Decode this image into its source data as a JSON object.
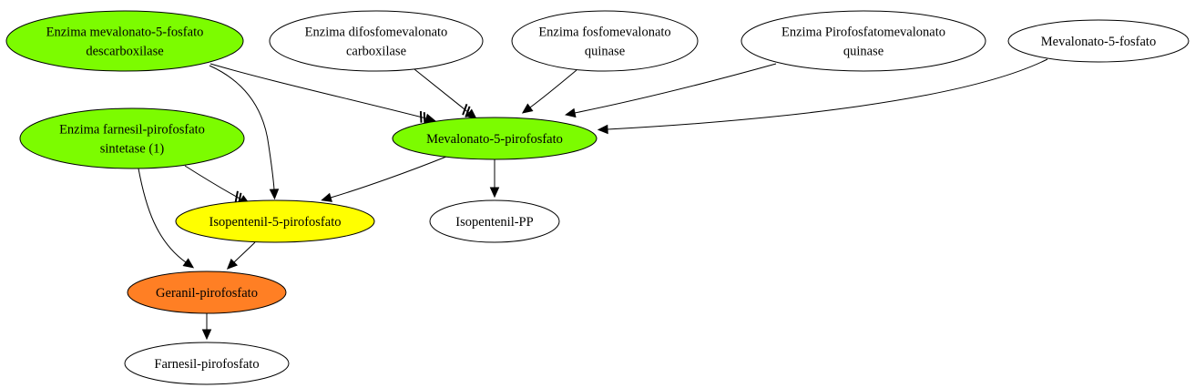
{
  "colors": {
    "green": "#7cfc00",
    "yellow": "#ffff00",
    "orange": "#ff7f24",
    "white": "#ffffff"
  },
  "nodes": {
    "enz_mev5f_desc": {
      "lines": [
        "Enzima mevalonato-5-fosfato",
        "descarboxilase"
      ],
      "fill": "green"
    },
    "enz_difosfo": {
      "lines": [
        "Enzima difosfomevalonato",
        "carboxilase"
      ],
      "fill": "white"
    },
    "enz_fosfomev": {
      "lines": [
        "Enzima fosfomevalonato",
        "quinase"
      ],
      "fill": "white"
    },
    "enz_pirofosfato": {
      "lines": [
        "Enzima Pirofosfatomevalonato",
        "quinase"
      ],
      "fill": "white"
    },
    "mev5f": {
      "lines": [
        "Mevalonato-5-fosfato"
      ],
      "fill": "white"
    },
    "enz_farnesil": {
      "lines": [
        "Enzima farnesil-pirofosfato",
        "sintetase (1)"
      ],
      "fill": "green"
    },
    "mev5pp": {
      "lines": [
        "Mevalonato-5-pirofosfato"
      ],
      "fill": "green"
    },
    "isopentenil5pp": {
      "lines": [
        "Isopentenil-5-pirofosfato"
      ],
      "fill": "yellow"
    },
    "isopentenilpp": {
      "lines": [
        "Isopentenil-PP"
      ],
      "fill": "white"
    },
    "geranil": {
      "lines": [
        "Geranil-pirofosfato"
      ],
      "fill": "orange"
    },
    "farnesil": {
      "lines": [
        "Farnesil-pirofosfato"
      ],
      "fill": "white"
    }
  },
  "edges": [
    {
      "from": "enz_mev5f_desc",
      "to": "mev5pp",
      "style": "inhibit"
    },
    {
      "from": "enz_mev5f_desc",
      "to": "isopentenil5pp",
      "style": "arrow"
    },
    {
      "from": "enz_difosfo",
      "to": "mev5pp",
      "style": "inhibit"
    },
    {
      "from": "enz_fosfomev",
      "to": "mev5pp",
      "style": "arrow"
    },
    {
      "from": "enz_pirofosfato",
      "to": "mev5pp",
      "style": "arrow"
    },
    {
      "from": "mev5f",
      "to": "mev5pp",
      "style": "arrow"
    },
    {
      "from": "enz_farnesil",
      "to": "isopentenil5pp",
      "style": "inhibit"
    },
    {
      "from": "enz_farnesil",
      "to": "geranil",
      "style": "arrow"
    },
    {
      "from": "mev5pp",
      "to": "isopentenil5pp",
      "style": "arrow"
    },
    {
      "from": "mev5pp",
      "to": "isopentenilpp",
      "style": "arrow"
    },
    {
      "from": "isopentenil5pp",
      "to": "geranil",
      "style": "arrow"
    },
    {
      "from": "geranil",
      "to": "farnesil",
      "style": "arrow"
    }
  ]
}
